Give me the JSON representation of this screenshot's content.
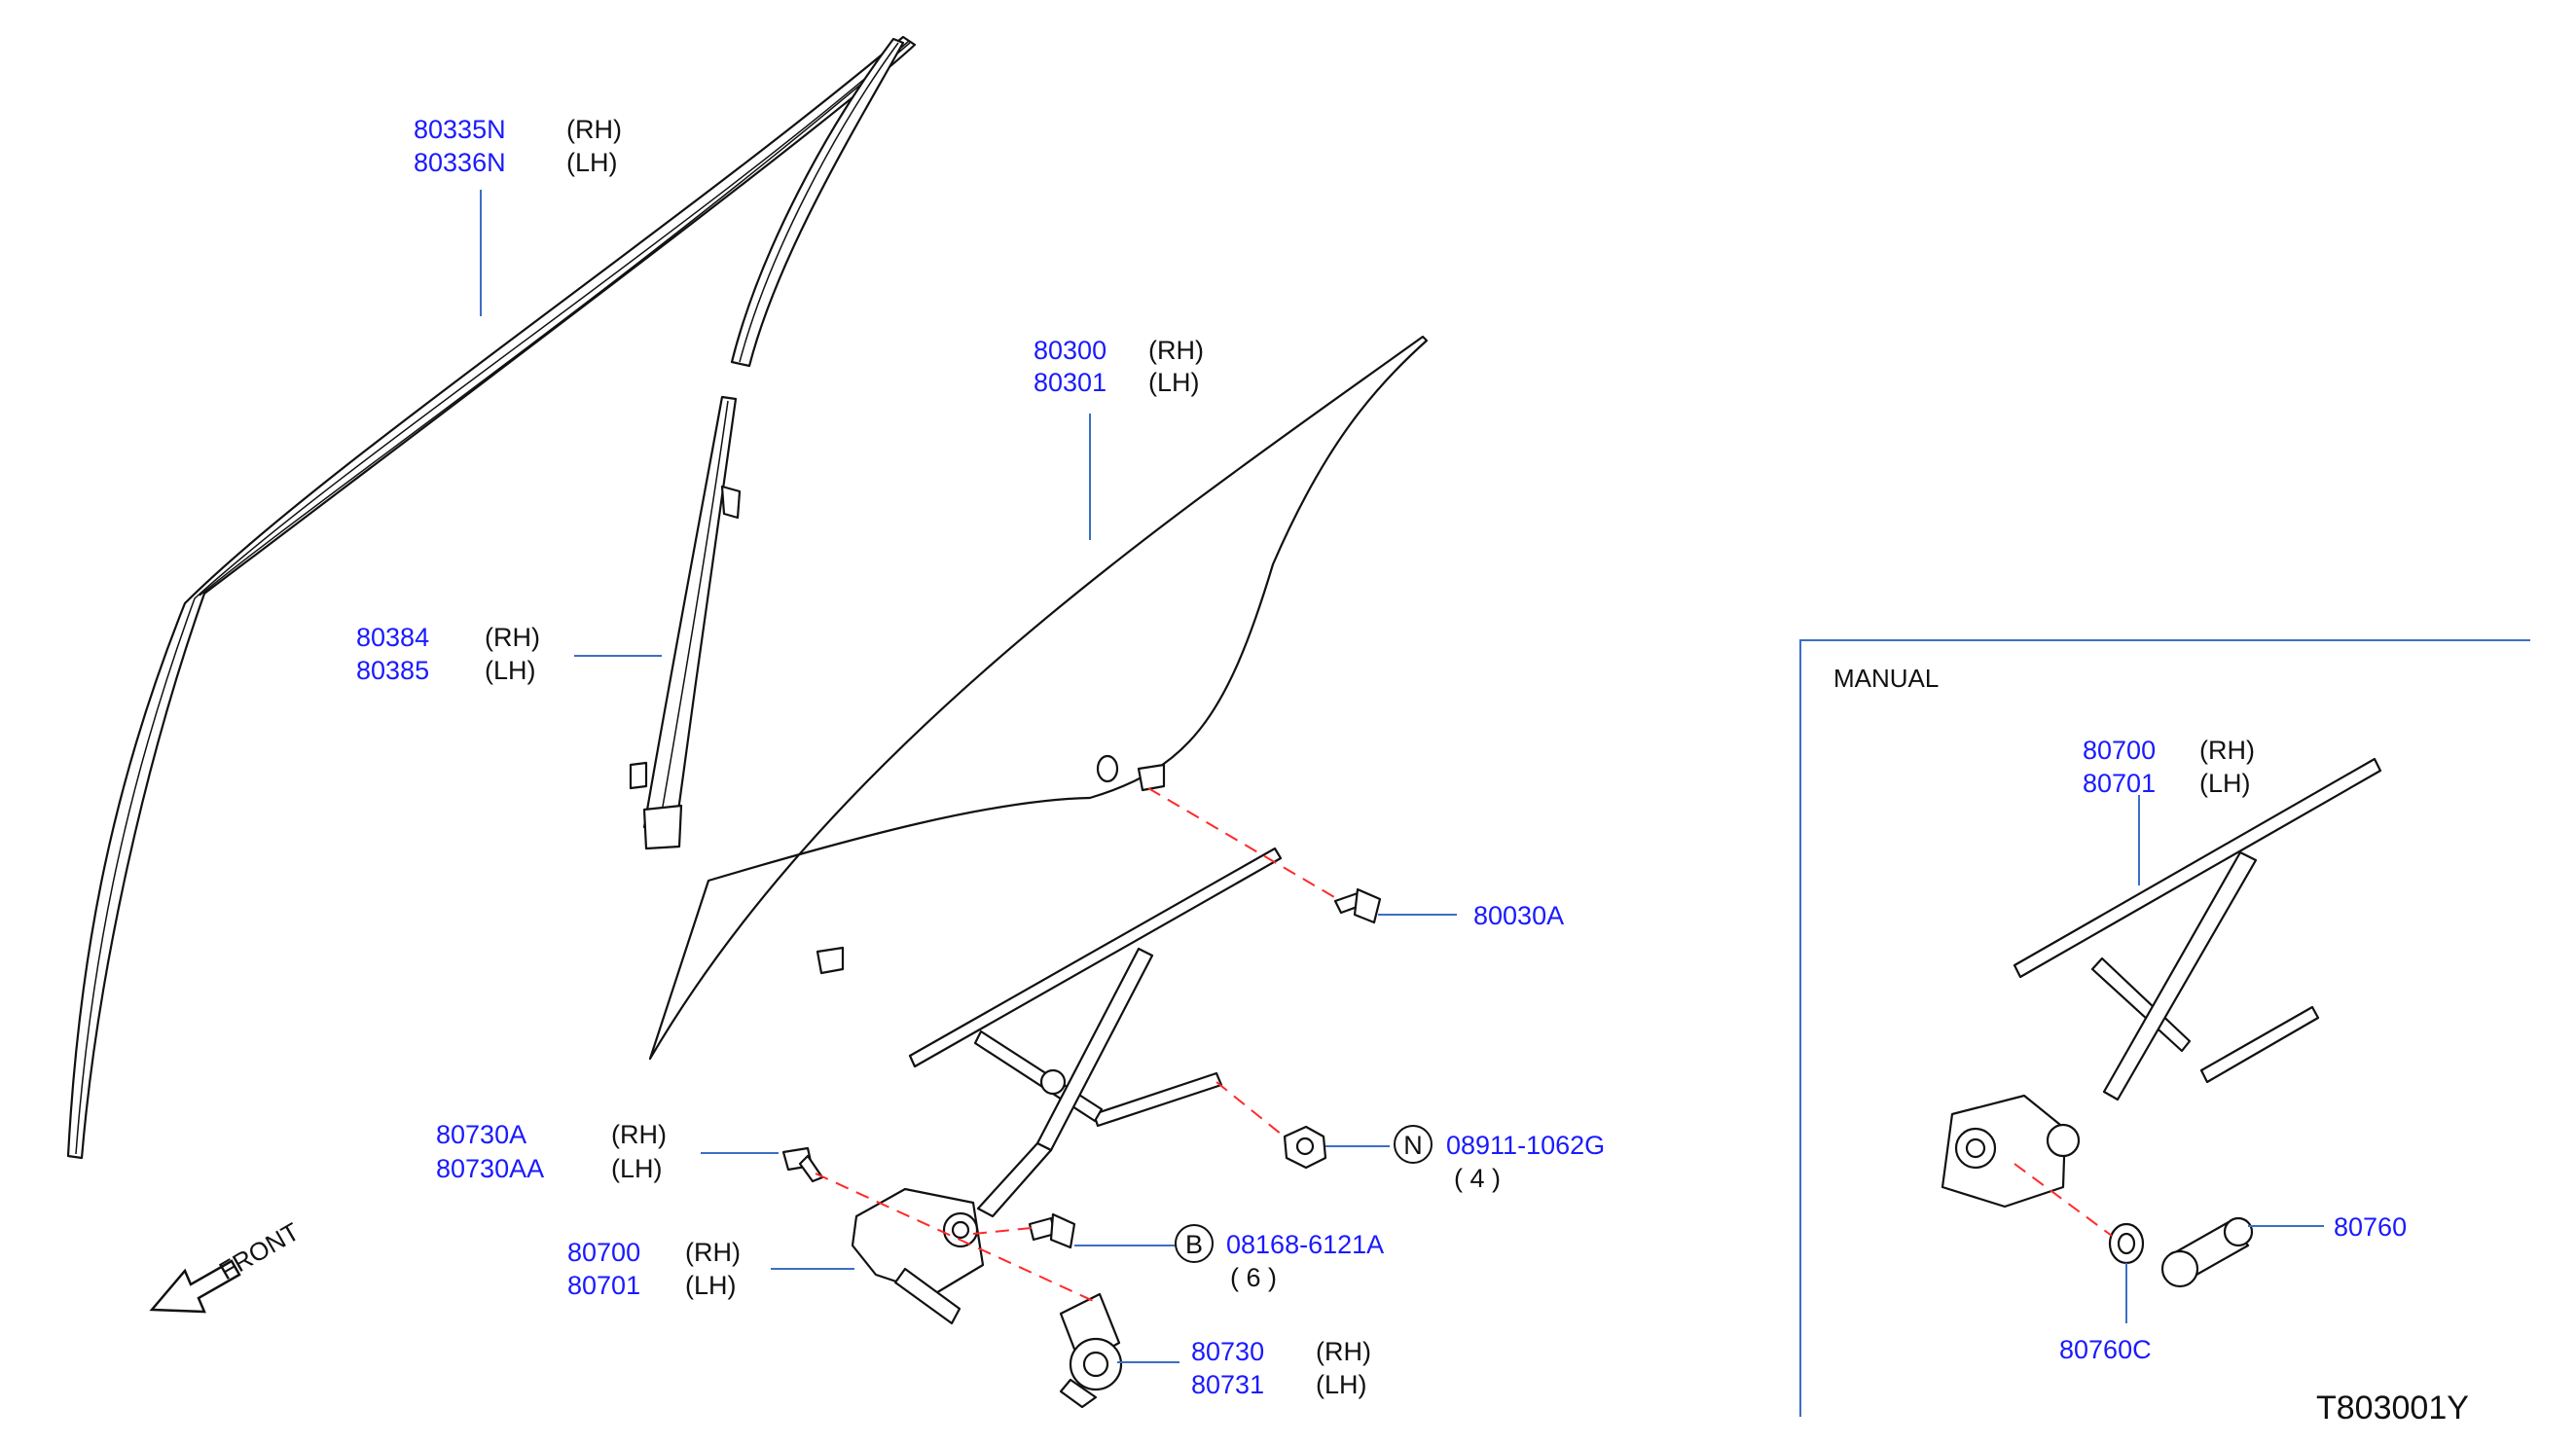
{
  "diagram_code": "T803001Y",
  "front_label": "FRONT",
  "manual_section": {
    "title": "MANUAL"
  },
  "colors": {
    "part_number": "#1a1aff",
    "leader_line": "#3b6fc4",
    "alignment_dash": "#ff2a2a",
    "drawing": "#111111"
  },
  "callouts": {
    "sash_outer": {
      "rh_no": "80335N",
      "rh": "(RH)",
      "lh_no": "80336N",
      "lh": "(LH)"
    },
    "sash_rear": {
      "rh_no": "80384",
      "rh": "(RH)",
      "lh_no": "80385",
      "lh": "(LH)"
    },
    "glass": {
      "rh_no": "80300",
      "rh": "(RH)",
      "lh_no": "80301",
      "lh": "(LH)"
    },
    "glass_bolt": {
      "no": "80030A"
    },
    "nut": {
      "symbol": "N",
      "no": "08911-1062G",
      "qty": "( 4 )"
    },
    "motor_screw": {
      "rh_no": "80730A",
      "rh": "(RH)",
      "lh_no": "80730AA",
      "lh": "(LH)"
    },
    "bolt": {
      "symbol": "B",
      "no": "08168-6121A",
      "qty": "( 6 )"
    },
    "regulator": {
      "rh_no": "80700",
      "rh": "(RH)",
      "lh_no": "80701",
      "lh": "(LH)"
    },
    "motor": {
      "rh_no": "80730",
      "rh": "(RH)",
      "lh_no": "80731",
      "lh": "(LH)"
    },
    "manual_regulator": {
      "rh_no": "80700",
      "rh": "(RH)",
      "lh_no": "80701",
      "lh": "(LH)"
    },
    "handle": {
      "no": "80760"
    },
    "escutcheon": {
      "no": "80760C"
    }
  }
}
